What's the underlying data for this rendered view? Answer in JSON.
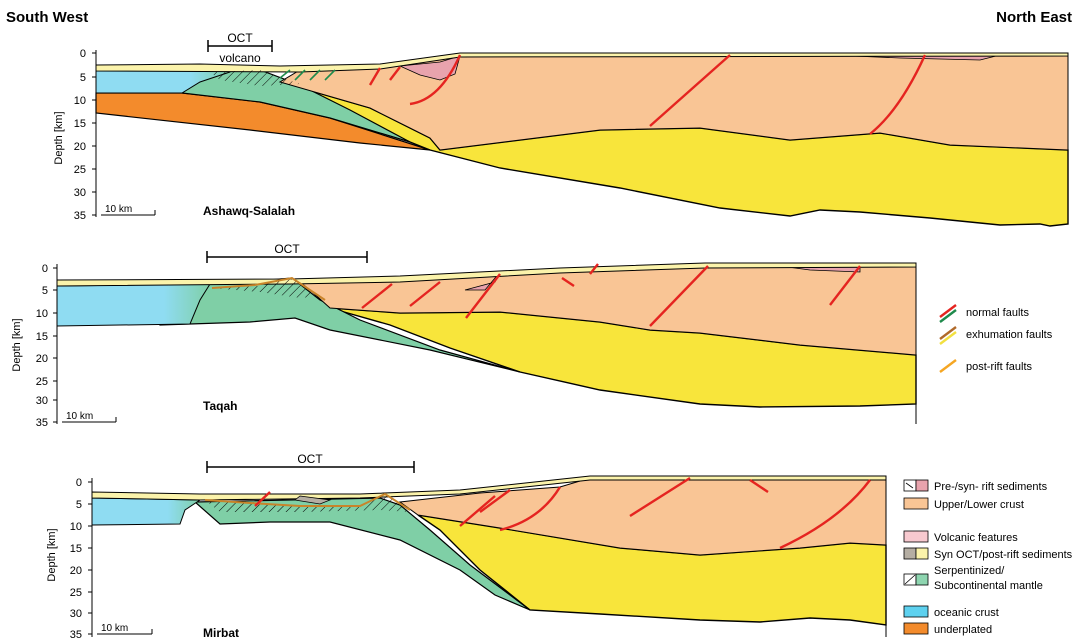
{
  "header": {
    "left": "South West",
    "right": "North East"
  },
  "axis": {
    "label": "Depth [km]",
    "ticks": [
      "0",
      "5",
      "10",
      "15",
      "20",
      "25",
      "30",
      "35"
    ]
  },
  "profiles": [
    {
      "name": "Ashawq-Salalah",
      "oct_label": "OCT",
      "volcano_label": "volcano",
      "scale_label": "10 km"
    },
    {
      "name": "Taqah",
      "oct_label": "OCT",
      "scale_label": "10 km"
    },
    {
      "name": "Mirbat",
      "oct_label": "OCT",
      "scale_label": "10 km"
    }
  ],
  "fault_legend": {
    "items": [
      {
        "label": "normal faults",
        "colors": [
          "#e52420",
          "#1f8a4c"
        ]
      },
      {
        "label": "exhumation faults",
        "colors": [
          "#b06a2a",
          "#f2e040"
        ]
      },
      {
        "label": "post-rift faults",
        "colors": [
          "#f5a623"
        ]
      }
    ]
  },
  "unit_legend": {
    "items": [
      {
        "label": "Pre-/syn- rift sediments",
        "colors": [
          "#ffffff",
          "#e8a3ad"
        ]
      },
      {
        "label": "Upper/Lower crust",
        "colors": [
          "#f9c595",
          "#f8e53b"
        ]
      },
      {
        "label": "Volcanic features",
        "colors": [
          "#f7c9cf"
        ]
      },
      {
        "label": "Syn OCT/post-rift sediments",
        "colors": [
          "#b5aea3",
          "#fbf3ab"
        ]
      },
      {
        "label": "Serpentinized/",
        "colors": [
          "#ffffff",
          "#8ed5b0"
        ]
      },
      {
        "label": "Subcontinental mantle",
        "colors": []
      },
      {
        "label": "oceanic crust",
        "colors": [
          "#5ed1ef"
        ]
      },
      {
        "label": "underplated",
        "colors": [
          "#f38b2c"
        ]
      }
    ]
  },
  "colors": {
    "oceanic_crust": "#8fdcf2",
    "mantle": "#7fcfa6",
    "upper_crust": "#f9c595",
    "lower_crust": "#f8e53b",
    "underplated": "#f38b2c",
    "sediment": "#fbf3ab",
    "normal_fault": "#e52420",
    "exhumation_fault": "#c8842a"
  }
}
